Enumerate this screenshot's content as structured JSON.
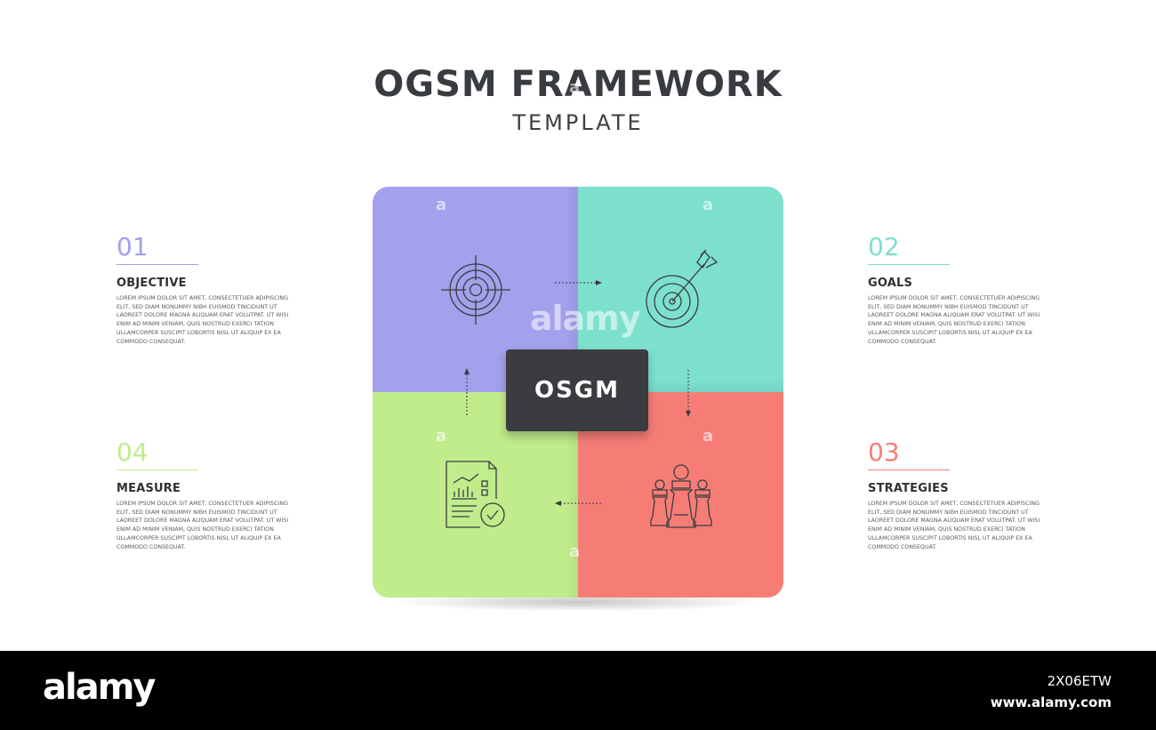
{
  "header": {
    "title": "OGSM FRAMEWORK",
    "subtitle": "TEMPLATE"
  },
  "center": {
    "label": "OSGM"
  },
  "sections": {
    "objective": {
      "number": "01",
      "heading": "OBJECTIVE",
      "color": "#a3a0ec",
      "body": "LOREM IPSUM DOLOR SIT AMET, CONSECTETUER ADIPISCING ELIT, SED DIAM NONUMMY NIBH EUISMOD TINCIDUNT UT LAOREET DOLORE MAGNA ALIQUAM ERAT VOLUTPAT. UT WISI ENIM AD MINIM VENIAM, QUIS NOSTRUD EXERCI TATION ULLAMCORPER SUSCIPIT LOBORTIS NISL UT ALIQUIP EX EA COMMODO CONSEQUAT."
    },
    "goals": {
      "number": "02",
      "heading": "GOALS",
      "color": "#7de0cd",
      "body": "LOREM IPSUM DOLOR SIT AMET, CONSECTETUER ADIPISCING ELIT, SED DIAM NONUMMY NIBH EUISMOD TINCIDUNT UT LAOREET DOLORE MAGNA ALIQUAM ERAT VOLUTPAT. UT WISI ENIM AD MINIM VENIAM, QUIS NOSTRUD EXERCI TATION ULLAMCORPER SUSCIPIT LOBORTIS NISL UT ALIQUIP EX EA COMMODO CONSEQUAT."
    },
    "strategies": {
      "number": "03",
      "heading": "STRATEGIES",
      "color": "#f67d76",
      "body": "LOREM IPSUM DOLOR SIT AMET, CONSECTETUER ADIPISCING ELIT, SED DIAM NONUMMY NIBH EUISMOD TINCIDUNT UT LAOREET DOLORE MAGNA ALIQUAM ERAT VOLUTPAT. UT WISI ENIM AD MINIM VENIAM, QUIS NOSTRUD EXERCI TATION ULLAMCORPER SUSCIPIT LOBORTIS NISL UT ALIQUIP EX EA COMMODO CONSEQUAT."
    },
    "measure": {
      "number": "04",
      "heading": "MEASURE",
      "color": "#c0ec8c",
      "body": "LOREM IPSUM DOLOR SIT AMET, CONSECTETUER ADIPISCING ELIT, SED DIAM NONUMMY NIBH EUISMOD TINCIDUNT UT LAOREET DOLORE MAGNA ALIQUAM ERAT VOLUTPAT. UT WISI ENIM AD MINIM VENIAM, QUIS NOSTRUD EXERCI TATION ULLAMCORPER SUSCIPIT LOBORTIS NISL UT ALIQUIP EX EA COMMODO CONSEQUAT."
    }
  },
  "icons": {
    "objective": "crosshair-icon",
    "goals": "dart-target-icon",
    "strategies": "chess-pieces-icon",
    "measure": "report-check-icon"
  },
  "watermark": {
    "text": "alamy",
    "mark": "a"
  },
  "footer": {
    "logo": "alamy",
    "image_id": "2X06ETW",
    "site": "www.alamy.com"
  }
}
